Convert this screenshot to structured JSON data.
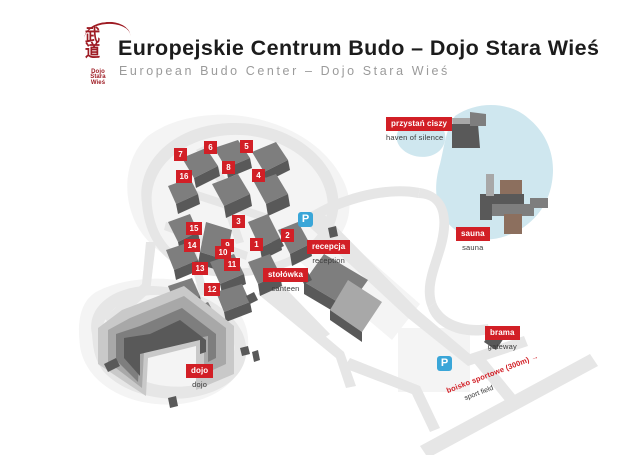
{
  "header": {
    "logo": {
      "kanji_top": "武",
      "kanji_bottom": "道",
      "brand_line1": "Dojo",
      "brand_line2": "Stara",
      "brand_line3": "Wieś",
      "name": "dojo-stara-wies-logo"
    },
    "title_pl": "Europejskie Centrum Budo – Dojo Stara Wieś",
    "title_en": "European Budo Center – Dojo Stara Wieś"
  },
  "map": {
    "colors": {
      "marker_red": "#d21f26",
      "parking_blue": "#3aa6d8",
      "water_blue": "#cfe7ef",
      "road_grey": "#e3e3e3",
      "building_dark": "#5a5a5a",
      "building_mid": "#8a8a8a",
      "building_light": "#c9c9c9",
      "ground": "#f2f2f2"
    },
    "labels": [
      {
        "id": "haven-of-silence",
        "pl": "przystań ciszy",
        "en": "haven of silence"
      },
      {
        "id": "sauna",
        "pl": "sauna",
        "en": "sauna"
      },
      {
        "id": "reception",
        "pl": "recepcja",
        "en": "reception"
      },
      {
        "id": "canteen",
        "pl": "stołówka",
        "en": "canteen"
      },
      {
        "id": "dojo",
        "pl": "dojo",
        "en": "dojo"
      },
      {
        "id": "gateway",
        "pl": "brama",
        "en": "gateway"
      },
      {
        "id": "sport-field",
        "pl": "boisko sportowe (300m) →",
        "en": "sport field"
      }
    ],
    "building_numbers": [
      "1",
      "2",
      "3",
      "4",
      "5",
      "6",
      "7",
      "8",
      "9",
      "10",
      "11",
      "12",
      "13",
      "14",
      "15",
      "16"
    ],
    "parking_icon_label": "P",
    "parking_count": 2
  }
}
